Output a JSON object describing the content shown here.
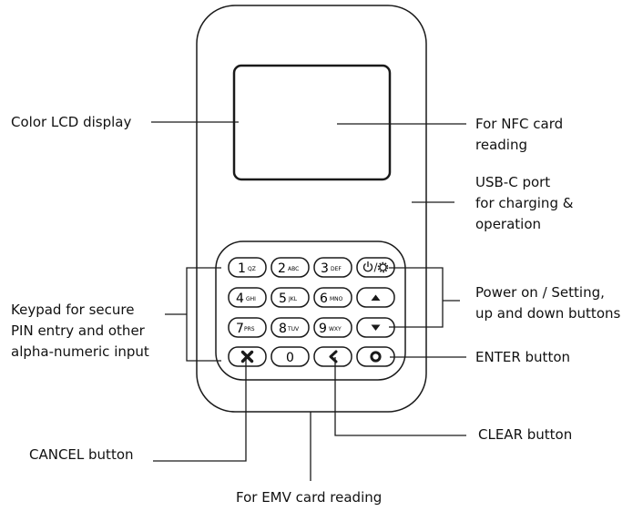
{
  "labels": {
    "lcd": "Color LCD display",
    "nfc": "For NFC card\nreading",
    "usb": "USB-C port\nfor charging &\noperation",
    "keypad": "Keypad for secure\nPIN entry and other\nalpha-numeric input",
    "power": "Power on / Setting,\nup and down buttons",
    "enter": "ENTER button",
    "clear": "CLEAR button",
    "cancel": "CANCEL button",
    "emv": "For EMV card reading"
  },
  "keys": [
    {
      "digit": "1",
      "letters": "QZ"
    },
    {
      "digit": "2",
      "letters": "ABC"
    },
    {
      "digit": "3",
      "letters": "DEF"
    },
    {
      "digit": "4",
      "letters": "GHI"
    },
    {
      "digit": "5",
      "letters": "JKL"
    },
    {
      "digit": "6",
      "letters": "MNO"
    },
    {
      "digit": "7",
      "letters": "PRS"
    },
    {
      "digit": "8",
      "letters": "TUV"
    },
    {
      "digit": "9",
      "letters": "WXY"
    },
    {
      "digit": "0",
      "letters": ""
    }
  ],
  "icons": {
    "power": "power-settings-icon",
    "up": "up-arrow-icon",
    "down": "down-arrow-icon",
    "cancel": "cancel-x-icon",
    "clear": "back-chevron-icon",
    "enter": "enter-circle-icon"
  }
}
